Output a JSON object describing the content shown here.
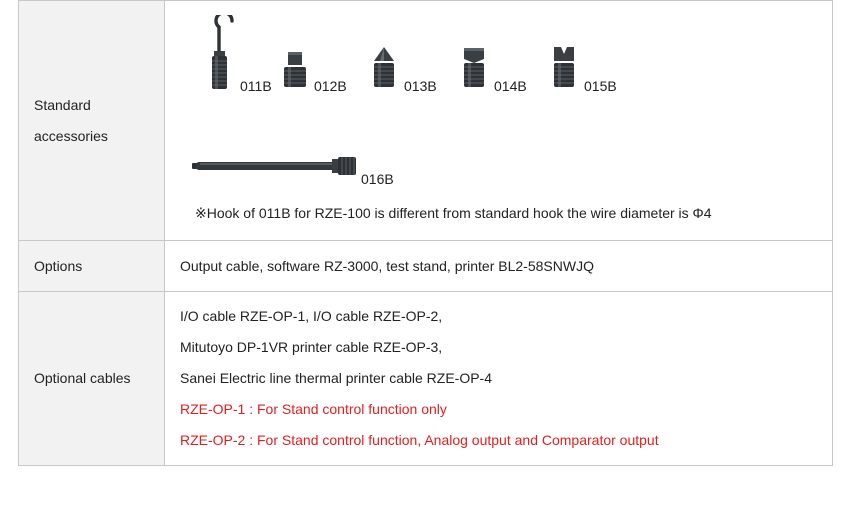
{
  "rows": {
    "accessories": {
      "label_line1": "Standard",
      "label_line2": "accessories",
      "items": [
        {
          "code": "011B",
          "icon": "hook-attachment-icon"
        },
        {
          "code": "012B",
          "icon": "flat-attachment-icon"
        },
        {
          "code": "013B",
          "icon": "cone-attachment-icon"
        },
        {
          "code": "014B",
          "icon": "chisel-attachment-icon"
        },
        {
          "code": "015B",
          "icon": "notched-attachment-icon"
        },
        {
          "code": "016B",
          "icon": "extension-rod-icon"
        }
      ],
      "note": "※Hook of 011B for RZE-100 is different from standard hook the wire diameter is Φ4"
    },
    "options": {
      "label": "Options",
      "value": "Output cable, software RZ-3000, test stand, printer BL2-58SNWJQ"
    },
    "cables": {
      "label": "Optional cables",
      "lines": [
        "I/O cable RZE-OP-1, I/O cable RZE-OP-2,",
        "Mitutoyo DP-1VR printer cable RZE-OP-3,",
        "Sanei Electric line thermal printer cable RZE-OP-4"
      ],
      "notes": [
        "RZE-OP-1 : For Stand control function only",
        "RZE-OP-2 : For Stand control function, Analog output and Comparator output"
      ]
    }
  },
  "colors": {
    "border": "#c8c8c8",
    "label_bg": "#f2f2f2",
    "note_red": "#e02020",
    "metal": "#2e3236"
  }
}
